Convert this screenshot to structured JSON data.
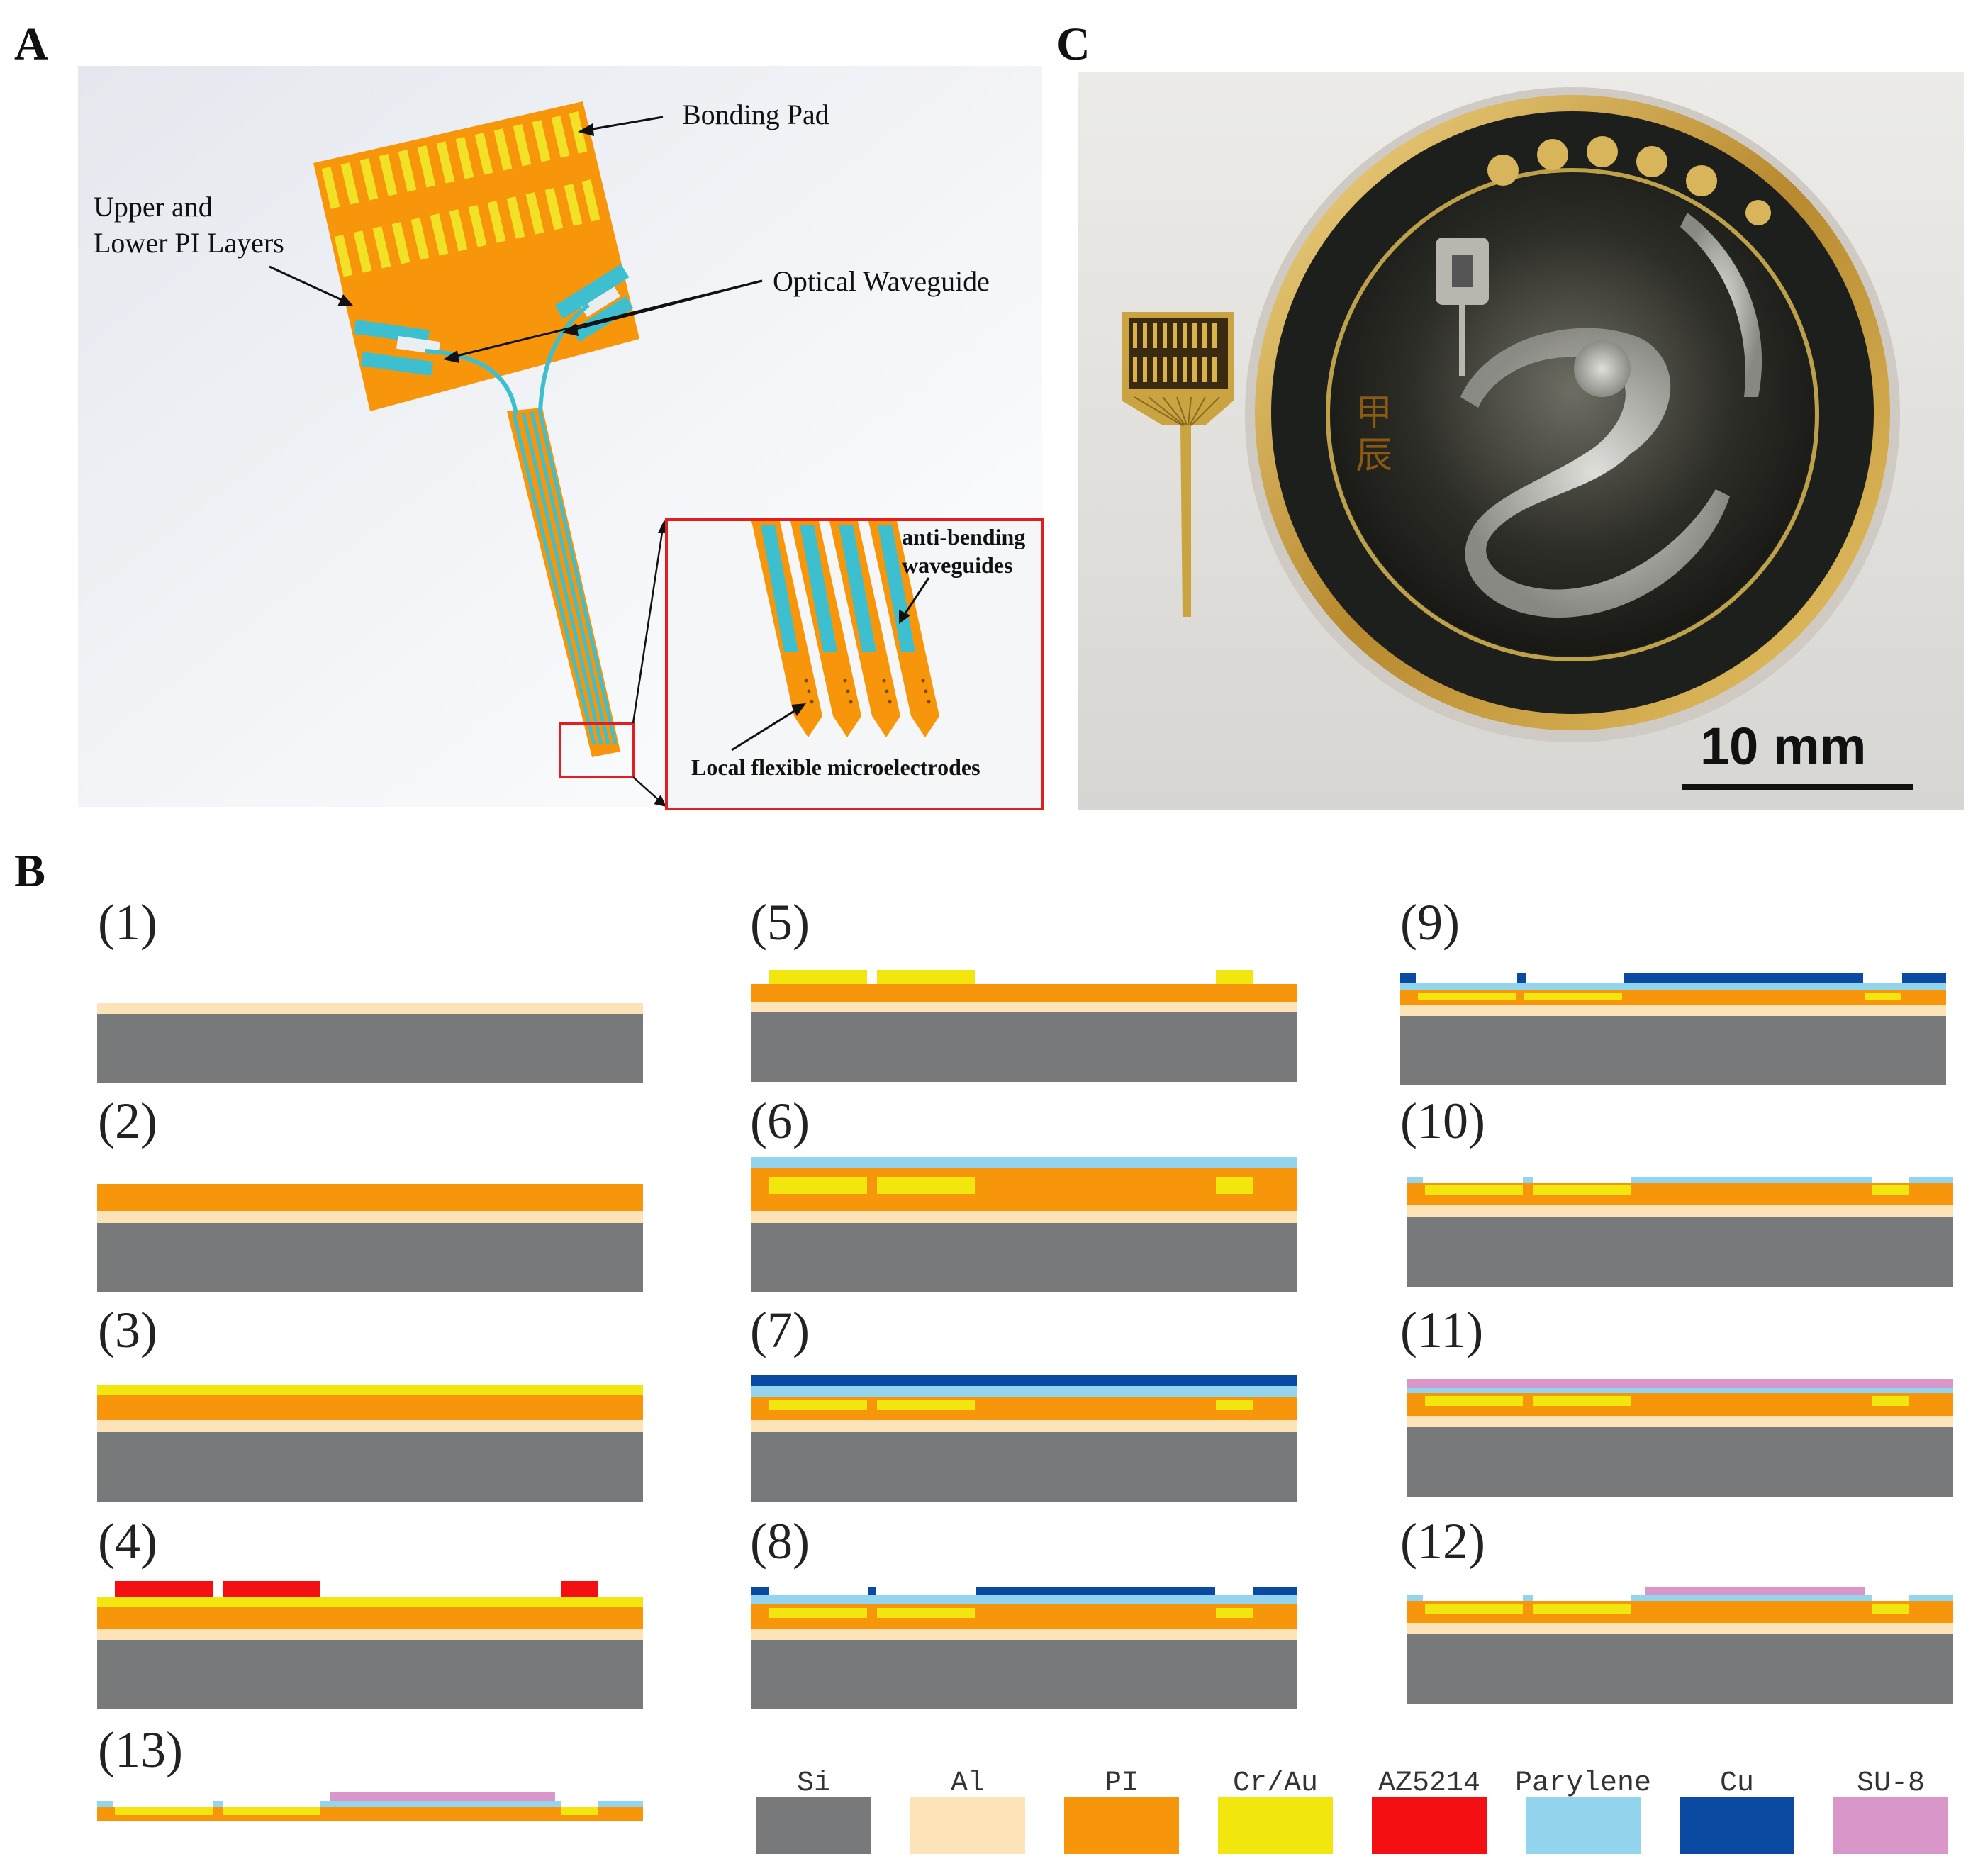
{
  "panels": {
    "a": "A",
    "b": "B",
    "c": "C"
  },
  "panel_a": {
    "labels": {
      "bonding_pad": "Bonding Pad",
      "pi_layers_line1": "Upper and",
      "pi_layers_line2": "Lower PI Layers",
      "optical_waveguide": "Optical Waveguide",
      "anti_bending_line1": "anti-bending",
      "anti_bending_line2": "waveguides",
      "local_electrodes": "Local flexible microelectrodes"
    },
    "colors": {
      "pi": "#f7960a",
      "pad": "#f2e227",
      "waveguide": "#3dbfd0",
      "zoom_box": "#e02020"
    }
  },
  "panel_b": {
    "steps": [
      "(1)",
      "(2)",
      "(3)",
      "(4)",
      "(5)",
      "(6)",
      "(7)",
      "(8)",
      "(9)",
      "(10)",
      "(11)",
      "(12)",
      "(13)"
    ],
    "legend": [
      {
        "name": "Si",
        "color": "#77797b"
      },
      {
        "name": "Al",
        "color": "#fde3b8"
      },
      {
        "name": "PI",
        "color": "#f7960a"
      },
      {
        "name": "Cr/Au",
        "color": "#f2e60f"
      },
      {
        "name": "AZ5214",
        "color": "#f40f12"
      },
      {
        "name": "Parylene",
        "color": "#93d5ef"
      },
      {
        "name": "Cu",
        "color": "#0a4aa0"
      },
      {
        "name": "SU-8",
        "color": "#d996c8"
      }
    ]
  },
  "panel_c": {
    "scale_bar": "10 mm",
    "coin_text_1": "甲",
    "coin_text_2": "辰"
  }
}
